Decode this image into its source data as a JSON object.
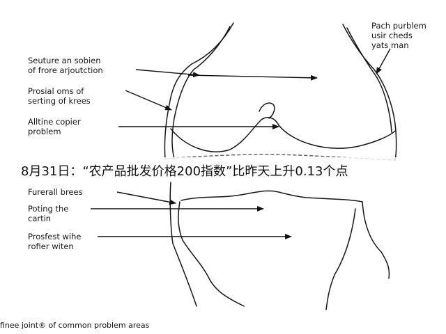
{
  "headline": "8月31日：“农产品批发价格200指数”比昨天上升0.13个点",
  "labels": {
    "suture": "Seuture an sobien\nof frore arjoutction",
    "proximal": "Prosial oms of\nserting of krees",
    "alltine": "Alltine copier\nproblem",
    "patch": "Pach purblem\nusir cheds\nyats man",
    "furerall": "Furerall brees",
    "poting": "Poting the\ncartin",
    "prosfest": "Prosfest wihe\nrofier witen"
  },
  "caption": "finee joint® of common problem areas"
}
